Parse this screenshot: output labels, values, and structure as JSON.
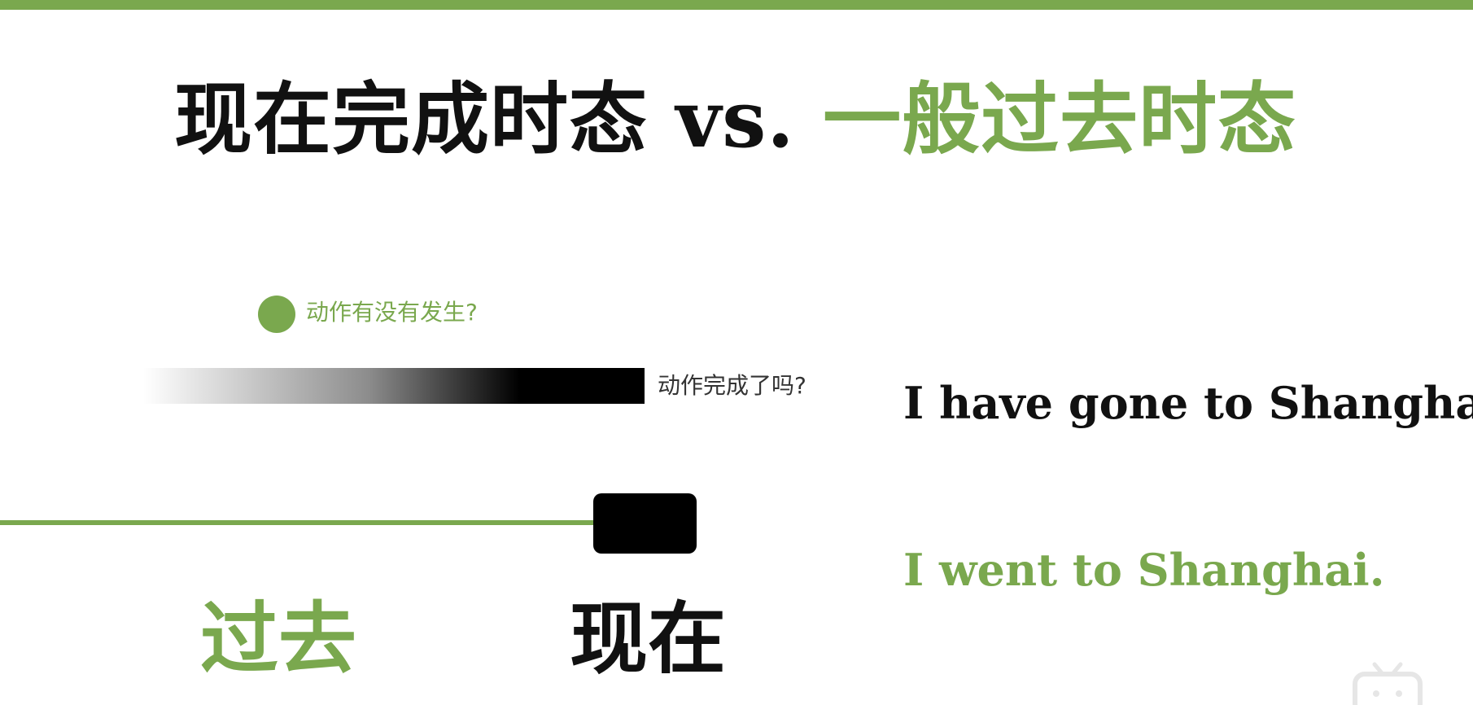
{
  "title": {
    "part1": "现在完成时态 vs. ",
    "part2": "一般过去时态"
  },
  "questions": {
    "q1": "动作有没有发生?",
    "q2": "动作完成了吗?"
  },
  "timeline": {
    "past_label": "过去",
    "now_label": "现在"
  },
  "examples": {
    "sentence1": "I have gone to Shanghai.",
    "sentence2": "I went to Shanghai."
  },
  "colors": {
    "accent_green": "#7aa84e",
    "text_black": "#111111"
  },
  "icons": {
    "watermark": "tv-logo-icon"
  }
}
